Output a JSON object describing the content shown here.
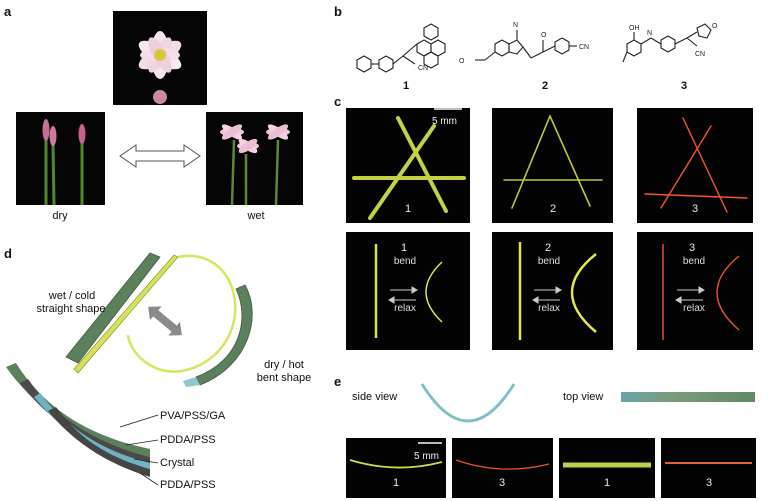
{
  "panels": {
    "a": "a",
    "b": "b",
    "c": "c",
    "d": "d",
    "e": "e"
  },
  "panel_a": {
    "dry_label": "dry",
    "wet_label": "wet"
  },
  "panel_b": {
    "compounds": [
      "1",
      "2",
      "3"
    ]
  },
  "panel_c": {
    "scalebar": "5 mm",
    "top_numbers": [
      "1",
      "2",
      "3"
    ],
    "bend_label": "bend",
    "relax_label": "relax",
    "bottom_numbers": [
      "1",
      "2",
      "3"
    ],
    "colors": {
      "c1": "#d8e84a",
      "c2": "#e2e64a",
      "c3": "#f0572a"
    }
  },
  "panel_d": {
    "wet_cold": "wet / cold",
    "straight": "straight shape",
    "dry_hot": "dry / hot",
    "bent": "bent shape",
    "layers": [
      "PVA/PSS/GA",
      "PDDA/PSS",
      "Crystal",
      "PDDA/PSS"
    ]
  },
  "panel_e": {
    "side_view": "side view",
    "top_view": "top view",
    "scalebar": "5 mm",
    "numbers": [
      "1",
      "3",
      "1",
      "3"
    ]
  }
}
